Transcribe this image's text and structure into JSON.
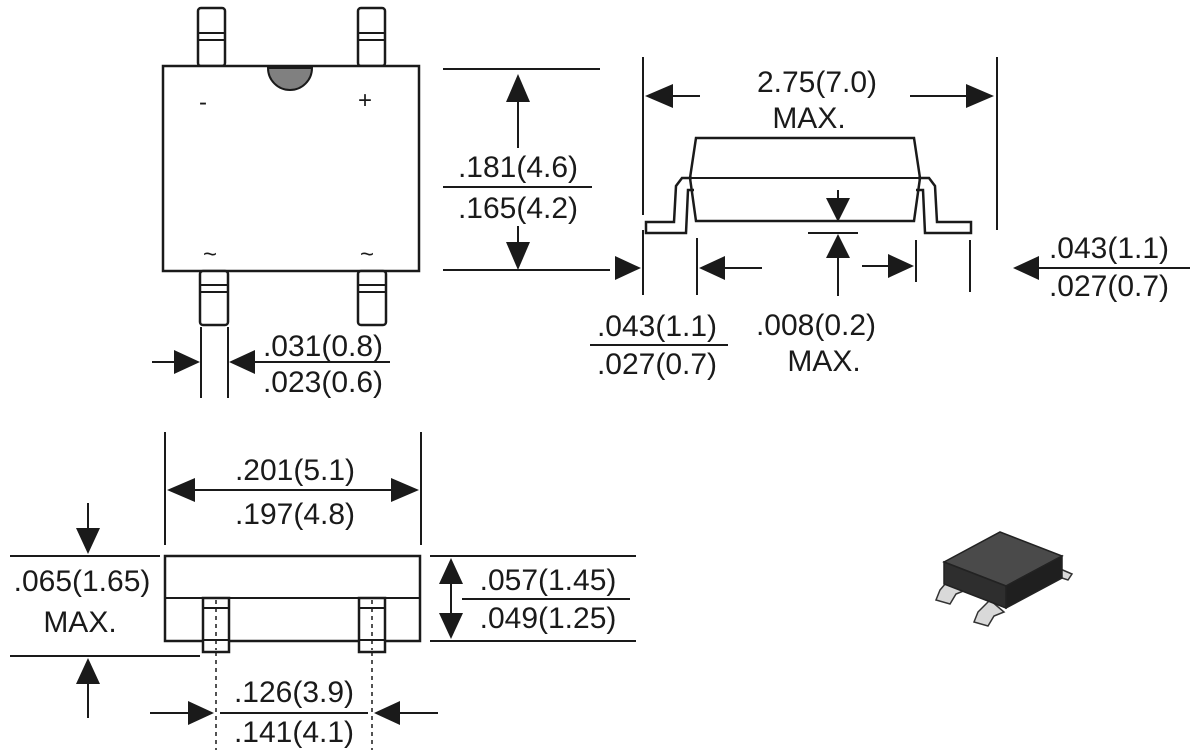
{
  "top_view": {
    "pin_minus": "-",
    "pin_plus": "+",
    "pin_ac_left": "~",
    "pin_ac_right": "~",
    "height_max": ".181(4.6)",
    "height_min": ".165(4.2)",
    "lead_width_max": ".031(0.8)",
    "lead_width_min": ".023(0.6)"
  },
  "side_view": {
    "width": "2.75(7.0)",
    "width_note": "MAX.",
    "lead_foot_max": ".043(1.1)",
    "lead_foot_min": ".027(0.7)",
    "standoff": ".008(0.2)",
    "standoff_note": "MAX.",
    "right_lead_max": ".043(1.1)",
    "right_lead_min": ".027(0.7)"
  },
  "front_view": {
    "body_width_max": ".201(5.1)",
    "body_width_min": ".197(4.8)",
    "overall_height": ".065(1.65)",
    "overall_height_note": "MAX.",
    "body_height_max": ".057(1.45)",
    "body_height_min": ".049(1.25)",
    "pin_spacing_top": ".126(3.9)",
    "pin_spacing_bottom": ".141(4.1)"
  },
  "photo": {
    "icon": "smd-bridge-rectifier-package-icon",
    "body_color": "#2e2e2e",
    "lead_color": "#d9d9d9"
  }
}
